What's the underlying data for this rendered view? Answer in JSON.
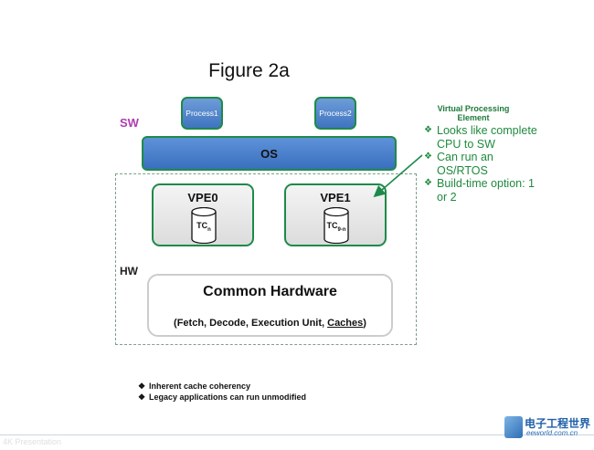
{
  "title": "Figure 2a",
  "labels": {
    "sw": "SW",
    "hw": "HW"
  },
  "processes": [
    "Process1",
    "Process2"
  ],
  "os": "OS",
  "vpes": [
    {
      "name": "VPE0",
      "tc": "TC",
      "tc_sub": "n"
    },
    {
      "name": "VPE1",
      "tc": "TC",
      "tc_sub": "9-n"
    }
  ],
  "common_hardware": {
    "title": "Common Hardware",
    "subtitle_prefix": "(Fetch, Decode, Execution Unit, ",
    "subtitle_underlined": "Caches",
    "subtitle_suffix": ")"
  },
  "callout": {
    "title": "Virtual Processing Element",
    "items": [
      "Looks like complete CPU to SW",
      "Can run an OS/RTOS",
      "Build-time option: 1 or 2"
    ]
  },
  "notes": [
    "Inherent cache coherency",
    "Legacy applications can run unmodified"
  ],
  "footer": "4K Presentation",
  "logo": {
    "cn": "电子工程世界",
    "en": "eeworld.com.cn"
  },
  "colors": {
    "accent_green": "#1e8a4a",
    "sw_label": "#b13cb1",
    "box_blue": "#3f74c0"
  }
}
